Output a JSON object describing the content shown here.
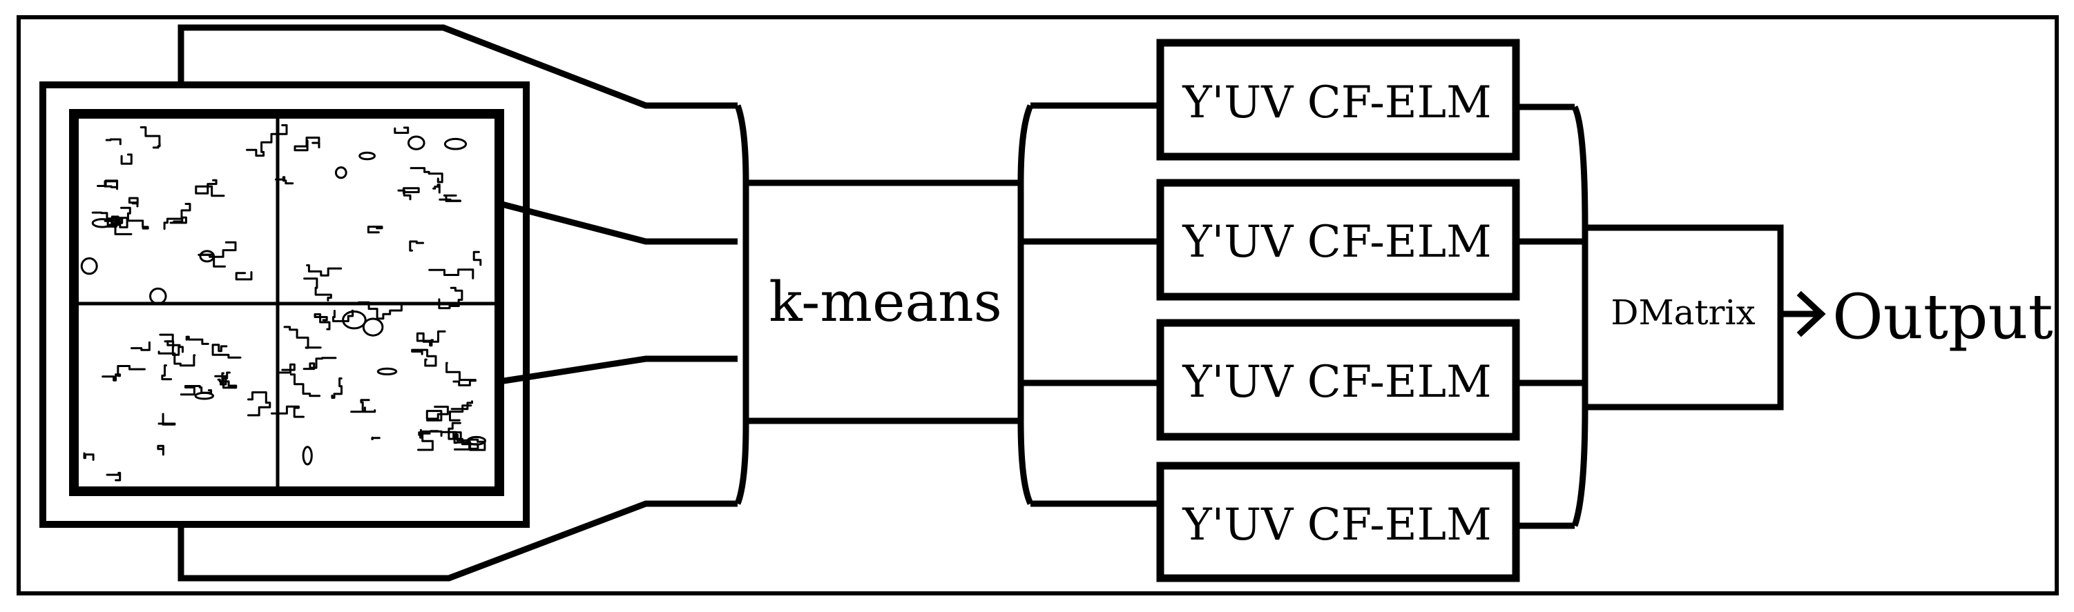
{
  "diagram": {
    "clusterer_label": "k-means",
    "elm_blocks": [
      {
        "label": "Y'UV CF-ELM"
      },
      {
        "label": "Y'UV CF-ELM"
      },
      {
        "label": "Y'UV CF-ELM"
      },
      {
        "label": "Y'UV CF-ELM"
      }
    ],
    "combiner_label": "DMatrix",
    "output_label": "Output"
  },
  "colors": {
    "stroke": "#000000",
    "background": "#ffffff"
  }
}
